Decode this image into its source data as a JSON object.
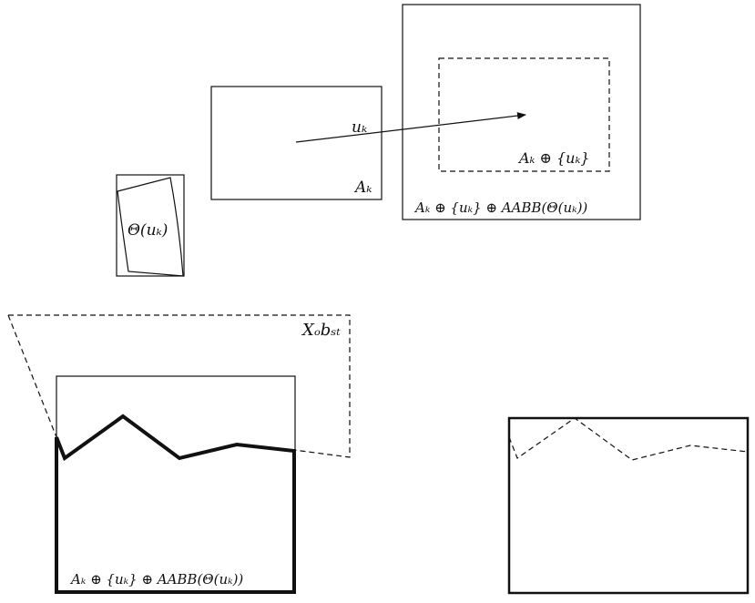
{
  "labels": {
    "theta": "Θ(uₖ)",
    "ak": "Aₖ",
    "uk": "uₖ",
    "ak_plus_uk": "Aₖ ⊕ {uₖ}",
    "ak_plus_uk_aabb": "Aₖ ⊕ {uₖ} ⊕ AABB(Θ(uₖ))",
    "x_obst": "Xₒbₛₜ",
    "bottom_label": "Aₖ ⊕ {uₖ} ⊕ AABB(Θ(uₖ))"
  }
}
